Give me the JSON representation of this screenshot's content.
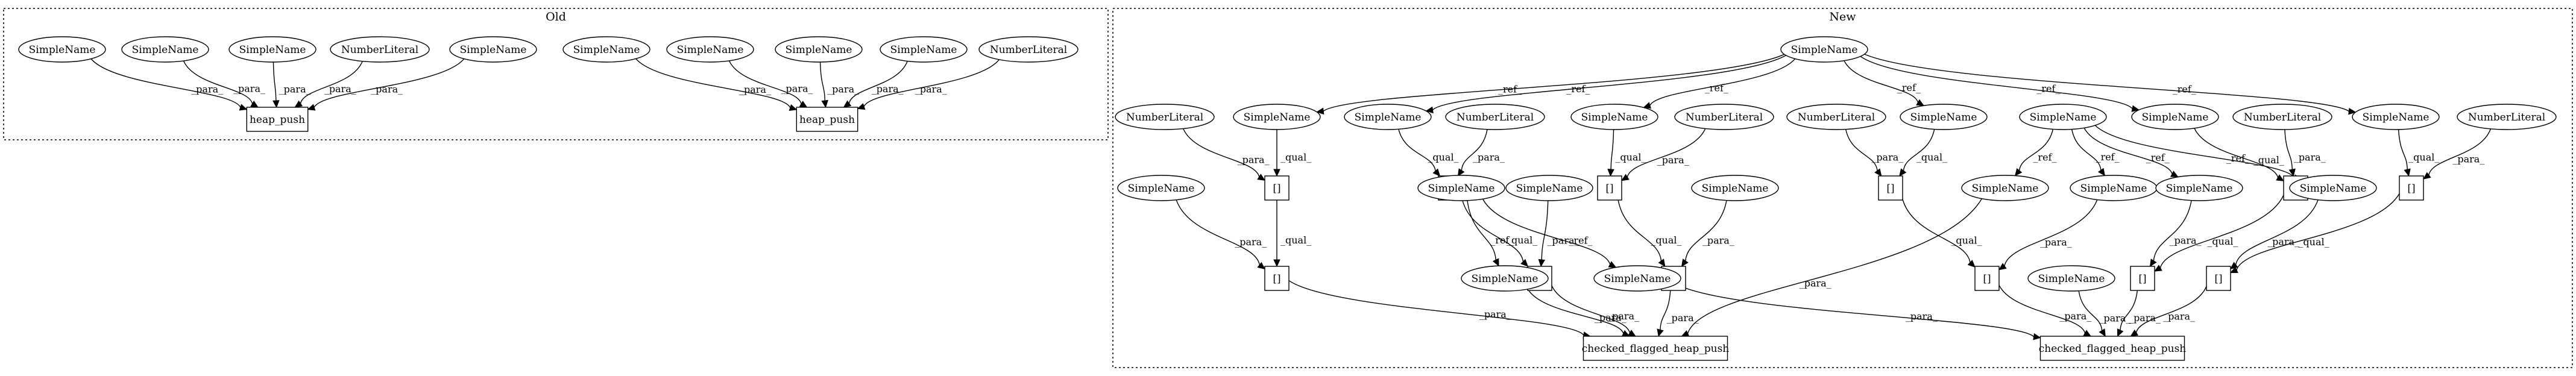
{
  "clusters": [
    {
      "id": "old",
      "title": "Old"
    },
    {
      "id": "new",
      "title": "New"
    }
  ],
  "nodes": [
    {
      "id": "o_s1",
      "label": "SimpleName",
      "shape": "ellipse"
    },
    {
      "id": "o_s2",
      "label": "SimpleName",
      "shape": "ellipse"
    },
    {
      "id": "o_s3",
      "label": "SimpleName",
      "shape": "ellipse"
    },
    {
      "id": "o_n1",
      "label": "NumberLiteral",
      "shape": "ellipse"
    },
    {
      "id": "o_s4",
      "label": "SimpleName",
      "shape": "ellipse"
    },
    {
      "id": "o_hp1",
      "label": "heap_push",
      "shape": "box"
    },
    {
      "id": "o_s5",
      "label": "SimpleName",
      "shape": "ellipse"
    },
    {
      "id": "o_s6",
      "label": "SimpleName",
      "shape": "ellipse"
    },
    {
      "id": "o_s7",
      "label": "SimpleName",
      "shape": "ellipse"
    },
    {
      "id": "o_s8",
      "label": "SimpleName",
      "shape": "ellipse"
    },
    {
      "id": "o_n2",
      "label": "NumberLiteral",
      "shape": "ellipse"
    },
    {
      "id": "o_hp2",
      "label": "heap_push",
      "shape": "box"
    },
    {
      "id": "n_top",
      "label": "SimpleName",
      "shape": "ellipse"
    },
    {
      "id": "n_nl1",
      "label": "NumberLiteral",
      "shape": "ellipse"
    },
    {
      "id": "n_sA",
      "label": "SimpleName",
      "shape": "ellipse"
    },
    {
      "id": "n_sB",
      "label": "SimpleName",
      "shape": "ellipse"
    },
    {
      "id": "n_nl2",
      "label": "NumberLiteral",
      "shape": "ellipse"
    },
    {
      "id": "n_sC",
      "label": "SimpleName",
      "shape": "ellipse"
    },
    {
      "id": "n_nl3",
      "label": "NumberLiteral",
      "shape": "ellipse"
    },
    {
      "id": "n_nl4",
      "label": "NumberLiteral",
      "shape": "ellipse"
    },
    {
      "id": "n_sD",
      "label": "SimpleName",
      "shape": "ellipse"
    },
    {
      "id": "n_sMid",
      "label": "SimpleName",
      "shape": "ellipse"
    },
    {
      "id": "n_sE",
      "label": "SimpleName",
      "shape": "ellipse"
    },
    {
      "id": "n_nl5",
      "label": "NumberLiteral",
      "shape": "ellipse"
    },
    {
      "id": "n_sF",
      "label": "SimpleName",
      "shape": "ellipse"
    },
    {
      "id": "n_nl6",
      "label": "NumberLiteral",
      "shape": "ellipse"
    },
    {
      "id": "n_b1",
      "label": "[]",
      "shape": "box"
    },
    {
      "id": "n_b2",
      "label": "[]",
      "shape": "box"
    },
    {
      "id": "n_b3",
      "label": "[]",
      "shape": "box"
    },
    {
      "id": "n_b4",
      "label": "[]",
      "shape": "box"
    },
    {
      "id": "n_b5",
      "label": "[]",
      "shape": "box"
    },
    {
      "id": "n_b6",
      "label": "[]",
      "shape": "box"
    },
    {
      "id": "n_sG",
      "label": "SimpleName",
      "shape": "ellipse"
    },
    {
      "id": "n_sH",
      "label": "SimpleName",
      "shape": "ellipse"
    },
    {
      "id": "n_sI",
      "label": "SimpleName",
      "shape": "ellipse"
    },
    {
      "id": "n_sJ",
      "label": "SimpleName",
      "shape": "ellipse"
    },
    {
      "id": "n_sK",
      "label": "SimpleName",
      "shape": "ellipse"
    },
    {
      "id": "n_sL",
      "label": "SimpleName",
      "shape": "ellipse"
    },
    {
      "id": "n_sM",
      "label": "SimpleName",
      "shape": "ellipse"
    },
    {
      "id": "n_c1",
      "label": "[]",
      "shape": "box"
    },
    {
      "id": "n_c2",
      "label": "[]",
      "shape": "box"
    },
    {
      "id": "n_c3",
      "label": "[]",
      "shape": "box"
    },
    {
      "id": "n_sN",
      "label": "SimpleName",
      "shape": "ellipse"
    },
    {
      "id": "n_sO",
      "label": "SimpleName",
      "shape": "ellipse"
    },
    {
      "id": "n_c4",
      "label": "[]",
      "shape": "box"
    },
    {
      "id": "n_c5",
      "label": "[]",
      "shape": "box"
    },
    {
      "id": "n_c6",
      "label": "[]",
      "shape": "box"
    },
    {
      "id": "n_sP",
      "label": "SimpleName",
      "shape": "ellipse"
    },
    {
      "id": "n_cfhp1",
      "label": "checked_flagged_heap_push",
      "shape": "box"
    },
    {
      "id": "n_cfhp2",
      "label": "checked_flagged_heap_push",
      "shape": "box"
    }
  ],
  "edges": [
    {
      "from": "o_s1",
      "to": "o_hp1",
      "label": "_para_"
    },
    {
      "from": "o_s2",
      "to": "o_hp1",
      "label": "_para_"
    },
    {
      "from": "o_s3",
      "to": "o_hp1",
      "label": "_para_"
    },
    {
      "from": "o_n1",
      "to": "o_hp1",
      "label": "_para_"
    },
    {
      "from": "o_s4",
      "to": "o_hp1",
      "label": "_para_"
    },
    {
      "from": "o_s5",
      "to": "o_hp2",
      "label": "_para_"
    },
    {
      "from": "o_s6",
      "to": "o_hp2",
      "label": "_para_"
    },
    {
      "from": "o_s7",
      "to": "o_hp2",
      "label": "_para_"
    },
    {
      "from": "o_s8",
      "to": "o_hp2",
      "label": "_para_"
    },
    {
      "from": "o_n2",
      "to": "o_hp2",
      "label": "_para_"
    },
    {
      "from": "n_top",
      "to": "n_sA",
      "label": "_ref_"
    },
    {
      "from": "n_top",
      "to": "n_sB",
      "label": "_ref_"
    },
    {
      "from": "n_top",
      "to": "n_sC",
      "label": "_ref_"
    },
    {
      "from": "n_top",
      "to": "n_sD",
      "label": "_ref_"
    },
    {
      "from": "n_top",
      "to": "n_sE",
      "label": "_ref_"
    },
    {
      "from": "n_top",
      "to": "n_sF",
      "label": "_ref_"
    },
    {
      "from": "n_nl1",
      "to": "n_b1",
      "label": "_para_"
    },
    {
      "from": "n_sA",
      "to": "n_b1",
      "label": "_qual_"
    },
    {
      "from": "n_sB",
      "to": "n_b2",
      "label": "_qual_"
    },
    {
      "from": "n_nl2",
      "to": "n_b2",
      "label": "_para_"
    },
    {
      "from": "n_sC",
      "to": "n_b3",
      "label": "_qual_"
    },
    {
      "from": "n_nl3",
      "to": "n_b3",
      "label": "_para_"
    },
    {
      "from": "n_nl4",
      "to": "n_b4",
      "label": "_para_"
    },
    {
      "from": "n_sD",
      "to": "n_b4",
      "label": "_qual_"
    },
    {
      "from": "n_sE",
      "to": "n_b5",
      "label": "_qual_"
    },
    {
      "from": "n_nl5",
      "to": "n_b5",
      "label": "_para_"
    },
    {
      "from": "n_sF",
      "to": "n_b6",
      "label": "_qual_"
    },
    {
      "from": "n_nl6",
      "to": "n_b6",
      "label": "_para_"
    },
    {
      "from": "n_sMid",
      "to": "n_sJ",
      "label": "_ref_"
    },
    {
      "from": "n_sMid",
      "to": "n_sK",
      "label": "_ref_"
    },
    {
      "from": "n_sMid",
      "to": "n_sL",
      "label": "_ref_"
    },
    {
      "from": "n_sMid",
      "to": "n_sM",
      "label": "_ref_"
    },
    {
      "from": "n_b1",
      "to": "n_c1",
      "label": "_qual_"
    },
    {
      "from": "n_sG",
      "to": "n_c1",
      "label": "_para_"
    },
    {
      "from": "n_b2",
      "to": "n_c2",
      "label": "_qual_"
    },
    {
      "from": "n_sH",
      "to": "n_c2",
      "label": "_para_"
    },
    {
      "from": "n_b3",
      "to": "n_c3",
      "label": "_qual_"
    },
    {
      "from": "n_sI",
      "to": "n_c3",
      "label": "_para_"
    },
    {
      "from": "n_sP",
      "to": "n_sN",
      "label": "_ref_"
    },
    {
      "from": "n_sP",
      "to": "n_sO",
      "label": "_ref_"
    },
    {
      "from": "n_b4",
      "to": "n_c4",
      "label": "_qual_"
    },
    {
      "from": "n_sK",
      "to": "n_c4",
      "label": "_para_"
    },
    {
      "from": "n_b5",
      "to": "n_c5",
      "label": "_qual_"
    },
    {
      "from": "n_sL",
      "to": "n_c5",
      "label": "_para_"
    },
    {
      "from": "n_b6",
      "to": "n_c6",
      "label": "_qual_"
    },
    {
      "from": "n_sM",
      "to": "n_c6",
      "label": "_para_"
    },
    {
      "from": "n_c1",
      "to": "n_cfhp1",
      "label": "_para_"
    },
    {
      "from": "n_c2",
      "to": "n_cfhp1",
      "label": "_para_"
    },
    {
      "from": "n_c3",
      "to": "n_cfhp1",
      "label": "_para_"
    },
    {
      "from": "n_sN",
      "to": "n_cfhp1",
      "label": "_para_"
    },
    {
      "from": "n_sJ",
      "to": "n_cfhp1",
      "label": "_para_"
    },
    {
      "from": "n_sO",
      "to": "n_cfhp2",
      "label": "_para_"
    },
    {
      "from": "n_c4",
      "to": "n_cfhp2",
      "label": "_para_"
    },
    {
      "from": "n_sQ",
      "to": "n_cfhp2",
      "label": "_para_"
    },
    {
      "from": "n_c5",
      "to": "n_cfhp2",
      "label": "_para_"
    },
    {
      "from": "n_c6",
      "to": "n_cfhp2",
      "label": "_para_"
    }
  ],
  "extra_nodes": [
    {
      "id": "n_sQ",
      "label": "SimpleName",
      "shape": "ellipse"
    }
  ]
}
